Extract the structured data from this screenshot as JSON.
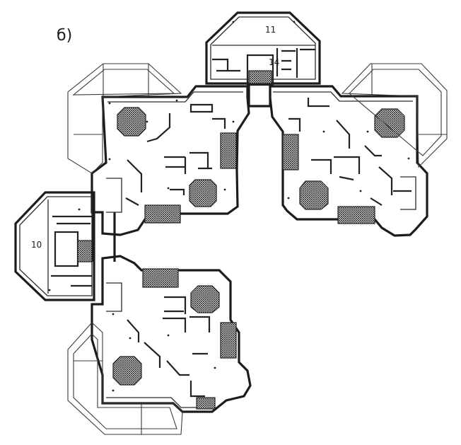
{
  "figure_label": "б)",
  "room_labels": {
    "top_block": "11",
    "stair_top": "14",
    "left_block": "10"
  }
}
